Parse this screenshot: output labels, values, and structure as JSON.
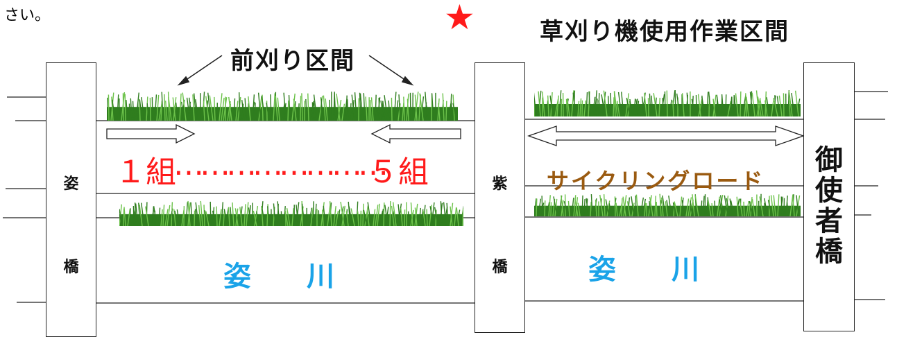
{
  "top_fragment": "さい。",
  "legend": {
    "star": "★",
    "text": "草刈り機使用作業区間",
    "star_color": "#ff1a1a"
  },
  "front_cutting": {
    "label": "前刈り区間"
  },
  "groups": {
    "first": "１組",
    "dots": "……………………",
    "last": "５組",
    "color": "#ff1a1a"
  },
  "cycling_road": {
    "label": "サイクリングロード",
    "color": "#9a5a10"
  },
  "river": {
    "left": "姿　　川",
    "right": "姿　　川",
    "color": "#1aa3e8"
  },
  "bridges": {
    "sugata": {
      "char1": "姿",
      "char2": "橋"
    },
    "murasaki": {
      "char1": "紫",
      "char2": "橋"
    },
    "mitsukai": {
      "chars": [
        "御",
        "使",
        "者",
        "橋"
      ]
    }
  },
  "colors": {
    "grass_dark": "#2f7d1e",
    "grass_light": "#6cc24a"
  }
}
